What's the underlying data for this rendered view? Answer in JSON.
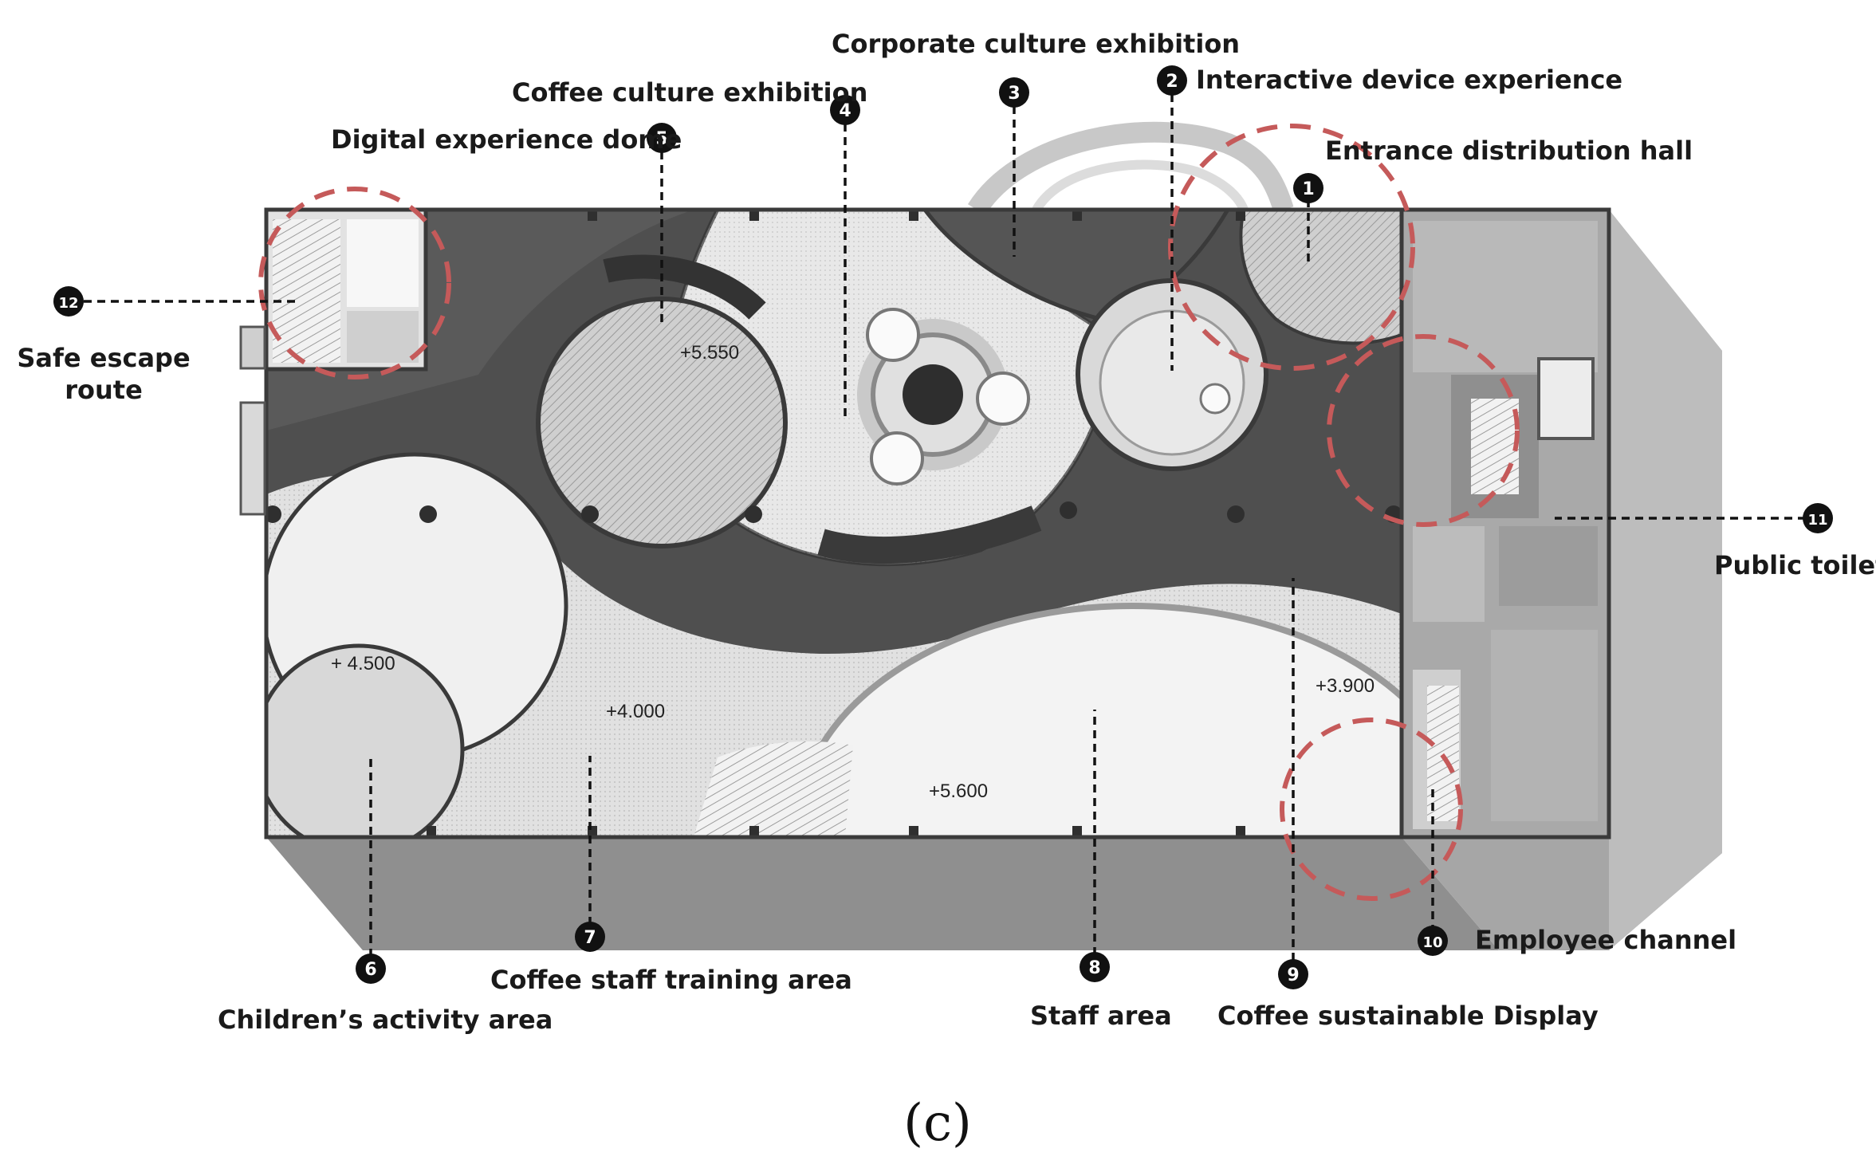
{
  "caption": "(c)",
  "elevations": {
    "e5550": "+5.550",
    "e4500": "+ 4.500",
    "e4000": "+4.000",
    "e5600": "+5.600",
    "e3900": "+3.900"
  },
  "zones": [
    {
      "num": "1",
      "label": "Entrance distribution hall"
    },
    {
      "num": "2",
      "label": "Interactive device experience"
    },
    {
      "num": "3",
      "label": "Corporate culture exhibition"
    },
    {
      "num": "4",
      "label": "Coffee culture exhibition"
    },
    {
      "num": "5",
      "label": "Digital experience dome"
    },
    {
      "num": "6",
      "label": "Children’s activity area"
    },
    {
      "num": "7",
      "label": "Coffee staff training area"
    },
    {
      "num": "8",
      "label": "Staff area"
    },
    {
      "num": "9",
      "label": "Coffee sustainable Display"
    },
    {
      "num": "10",
      "label": "Employee channel"
    },
    {
      "num": "11",
      "label": "Public toilet"
    },
    {
      "num": "12",
      "label_line1": "Safe escape",
      "label_line2": "route"
    }
  ],
  "colors": {
    "highlight_ring": "#c55a5a",
    "corridor": "#4a4a4a",
    "shadow": "#9a9a9a",
    "light_zone": "#e8e8e8"
  }
}
